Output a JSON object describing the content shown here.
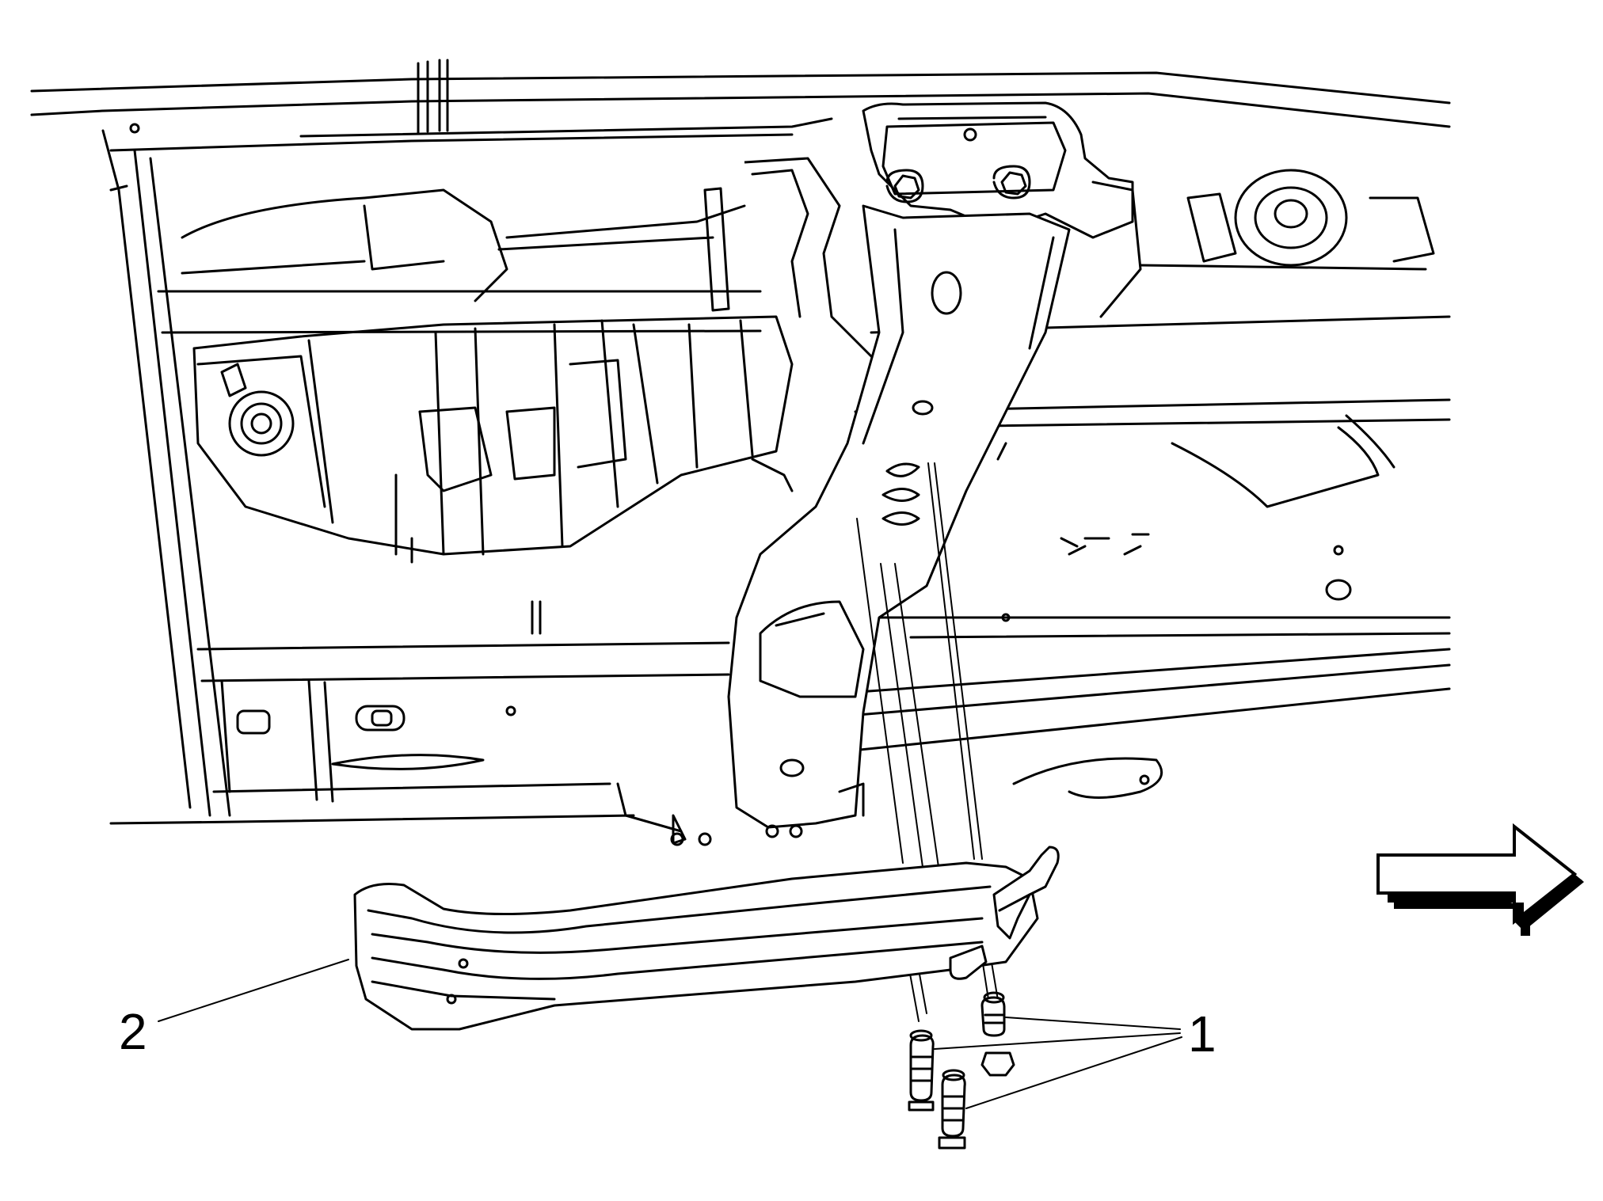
{
  "callouts": [
    {
      "id": "1",
      "label": "1"
    },
    {
      "id": "2",
      "label": "2"
    }
  ],
  "icons": {
    "direction": "front-arrow-icon"
  }
}
